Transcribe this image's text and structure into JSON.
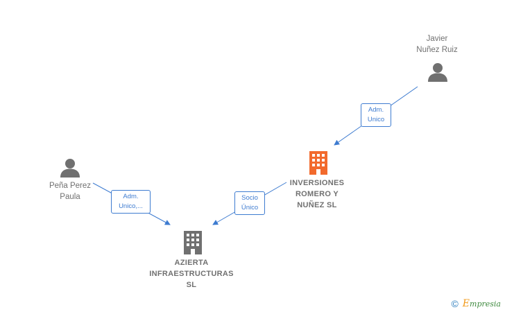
{
  "nodes": {
    "javier": {
      "label": "Javier\nNuñez Ruiz",
      "type": "person"
    },
    "pena": {
      "label": "Peña Perez\nPaula",
      "type": "person"
    },
    "inversiones": {
      "label": "INVERSIONES\nROMERO Y\nNUÑEZ  SL",
      "type": "company",
      "highlight": true
    },
    "azierta": {
      "label": "AZIERTA\nINFRAESTRUCTURAS\nSL",
      "type": "company",
      "highlight": false
    }
  },
  "edges": [
    {
      "from": "javier",
      "to": "inversiones",
      "label": "Adm.\nUnico"
    },
    {
      "from": "pena",
      "to": "azierta",
      "label": "Adm.\nUnico,..."
    },
    {
      "from": "inversiones",
      "to": "azierta",
      "label": "Socio\nÚnico"
    }
  ],
  "colors": {
    "edge": "#3d7bd0",
    "person_icon": "#707070",
    "company_icon": "#707070",
    "company_highlight": "#f26a2d",
    "text": "#707070"
  },
  "footer": {
    "copyright_symbol": "©",
    "brand_first": "E",
    "brand_rest": "mpresia"
  }
}
